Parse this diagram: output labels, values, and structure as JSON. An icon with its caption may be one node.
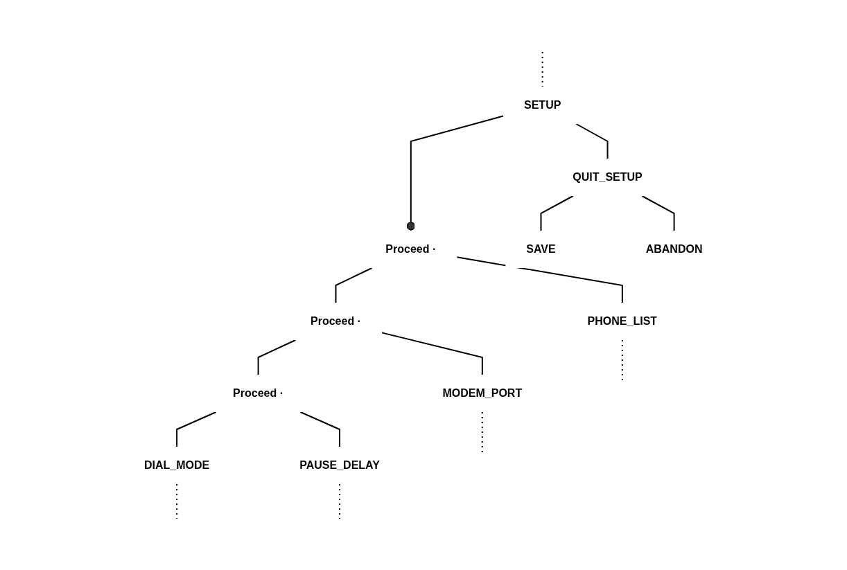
{
  "diagram": {
    "nodes": [
      {
        "text": [
          "SETUP"
        ]
      },
      {
        "text": [
          "QUIT_SETUP"
        ]
      },
      {
        "text": [
          "Proceed ·"
        ]
      },
      {
        "text": [
          "SAVE"
        ]
      },
      {
        "text": [
          "ABANDON"
        ]
      },
      {
        "text": [
          "PHONE_LIST"
        ]
      },
      {
        "text": [
          "Proceed ·"
        ]
      },
      {
        "text": [
          "MODEM_PORT"
        ]
      },
      {
        "text": [
          "Proceed ·"
        ]
      },
      {
        "text": [
          "DIAL_MODE"
        ]
      },
      {
        "text": [
          "PAUSE_DELAY"
        ]
      }
    ],
    "edges": [
      {
        "from": null,
        "to": 0,
        "arrow": "none",
        "style": "dashed"
      },
      {
        "from": 0,
        "to": 1,
        "arrow": "none"
      },
      {
        "from": 0,
        "to": 2,
        "arrow": "other"
      },
      {
        "from": 1,
        "to": 3,
        "arrow": "none"
      },
      {
        "from": 1,
        "to": 4,
        "arrow": "none"
      },
      {
        "from": 2,
        "to": 5,
        "arrow": "none"
      },
      {
        "from": 2,
        "to": 6,
        "arrow": "none"
      },
      {
        "from": 5,
        "to": null,
        "arrow": "none",
        "style": "dashed"
      },
      {
        "from": 6,
        "to": 7,
        "arrow": "none"
      },
      {
        "from": 6,
        "to": 8,
        "arrow": "none"
      },
      {
        "from": 7,
        "to": null,
        "arrow": "none",
        "style": "dashed"
      },
      {
        "from": 8,
        "to": 9,
        "arrow": "none"
      },
      {
        "from": 8,
        "to": 10,
        "arrow": "none"
      },
      {
        "from": 9,
        "to": null,
        "arrow": "none",
        "style": "dashed"
      },
      {
        "from": 10,
        "to": null,
        "arrow": "none",
        "style": "dashed"
      }
    ]
  }
}
